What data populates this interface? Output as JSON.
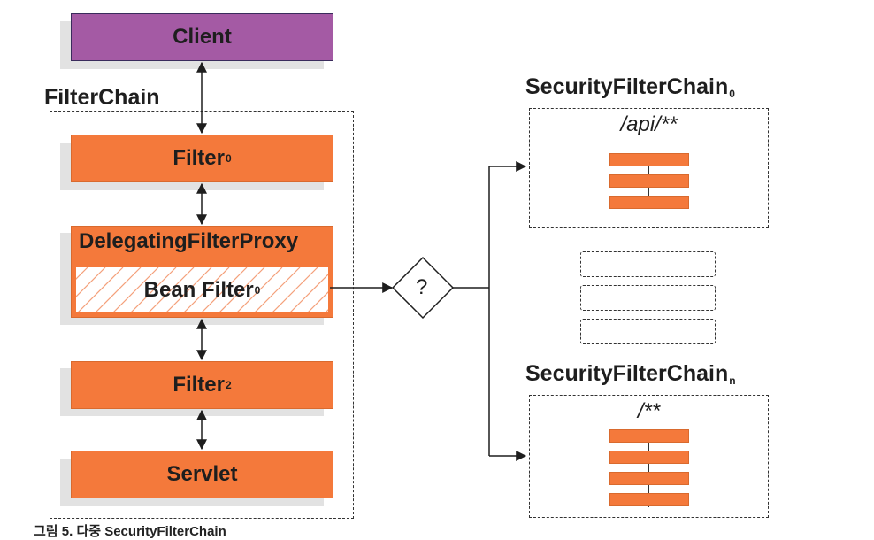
{
  "client": {
    "label": "Client"
  },
  "filter_chain": {
    "label": "FilterChain",
    "filter0": {
      "label": "Filter",
      "sub": "0"
    },
    "proxy": {
      "label": "DelegatingFilterProxy",
      "bean_filter": {
        "label": "Bean Filter",
        "sub": "0"
      }
    },
    "filter2": {
      "label": "Filter",
      "sub": "2"
    },
    "servlet": {
      "label": "Servlet"
    }
  },
  "decision": {
    "label": "?"
  },
  "security_chains": {
    "first": {
      "title": "SecurityFilterChain",
      "sub": "0",
      "pattern": "/api/**",
      "filter_count": 3
    },
    "last": {
      "title": "SecurityFilterChain",
      "sub": "n",
      "pattern": "/**",
      "filter_count": 4
    }
  },
  "caption": "그림 5. 다중 SecurityFilterChain",
  "colors": {
    "client": "#a45aa4",
    "filter": "#f4793b",
    "line": "#1e1e1e"
  }
}
